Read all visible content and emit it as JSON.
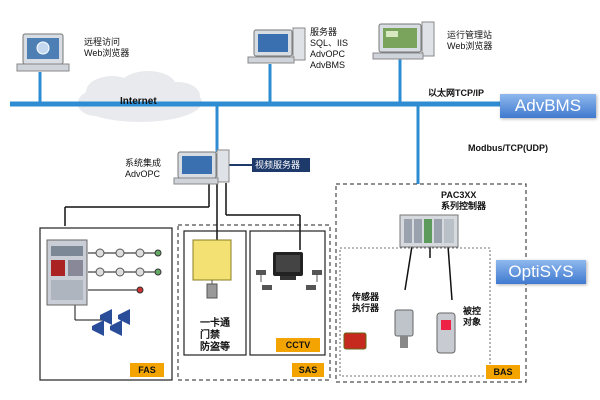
{
  "nodes": {
    "remote": "远程访问\nWeb浏览器",
    "server": "服务器\nSQL、IIS\nAdvOPC\nAdvBMS",
    "mgmt": "运行管理站\nWeb浏览器",
    "internet": "Internet",
    "ethernet": "以太网TCP/IP",
    "modbus": "Modbus/TCP(UDP)",
    "integration": "系统集成\nAdvOPC",
    "video_server": "视频服务器",
    "pac": "PAC3XX\n系列控制器",
    "sensor": "传感器\n执行器",
    "controlled": "被控\n对象",
    "access": "一卡通\n门禁\n防盗等"
  },
  "banners": {
    "advbms": "AdvBMS",
    "optisys": "OptiSYS"
  },
  "subsystems": {
    "fas": "FAS",
    "sas": "SAS",
    "cctv": "CCTV",
    "bas": "BAS"
  },
  "colors": {
    "bus": "#2d8cd2",
    "banner": "#3f79cf",
    "tag": "#f3a400",
    "video_box": "#1d3a6b"
  }
}
